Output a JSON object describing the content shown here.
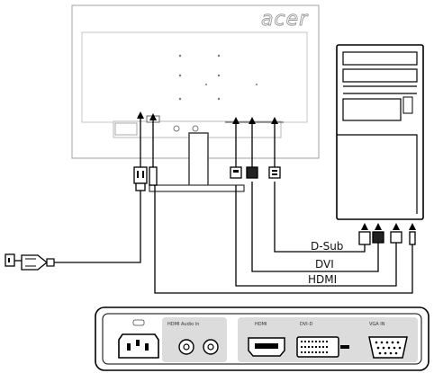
{
  "monitor": {
    "brand": "acer"
  },
  "cables": [
    {
      "label": "D-Sub"
    },
    {
      "label": "DVI"
    },
    {
      "label": "HDMI"
    }
  ],
  "io_panel": {
    "power_label": "",
    "audio_label": "HDMI Audio In",
    "hdmi_label": "HDMI",
    "dvi_label": "DVI-D",
    "vga_label": "VGA IN"
  },
  "colors": {
    "line": "#000000",
    "panel_band": "#dcdcdc",
    "outline": "#b0b0b0"
  }
}
